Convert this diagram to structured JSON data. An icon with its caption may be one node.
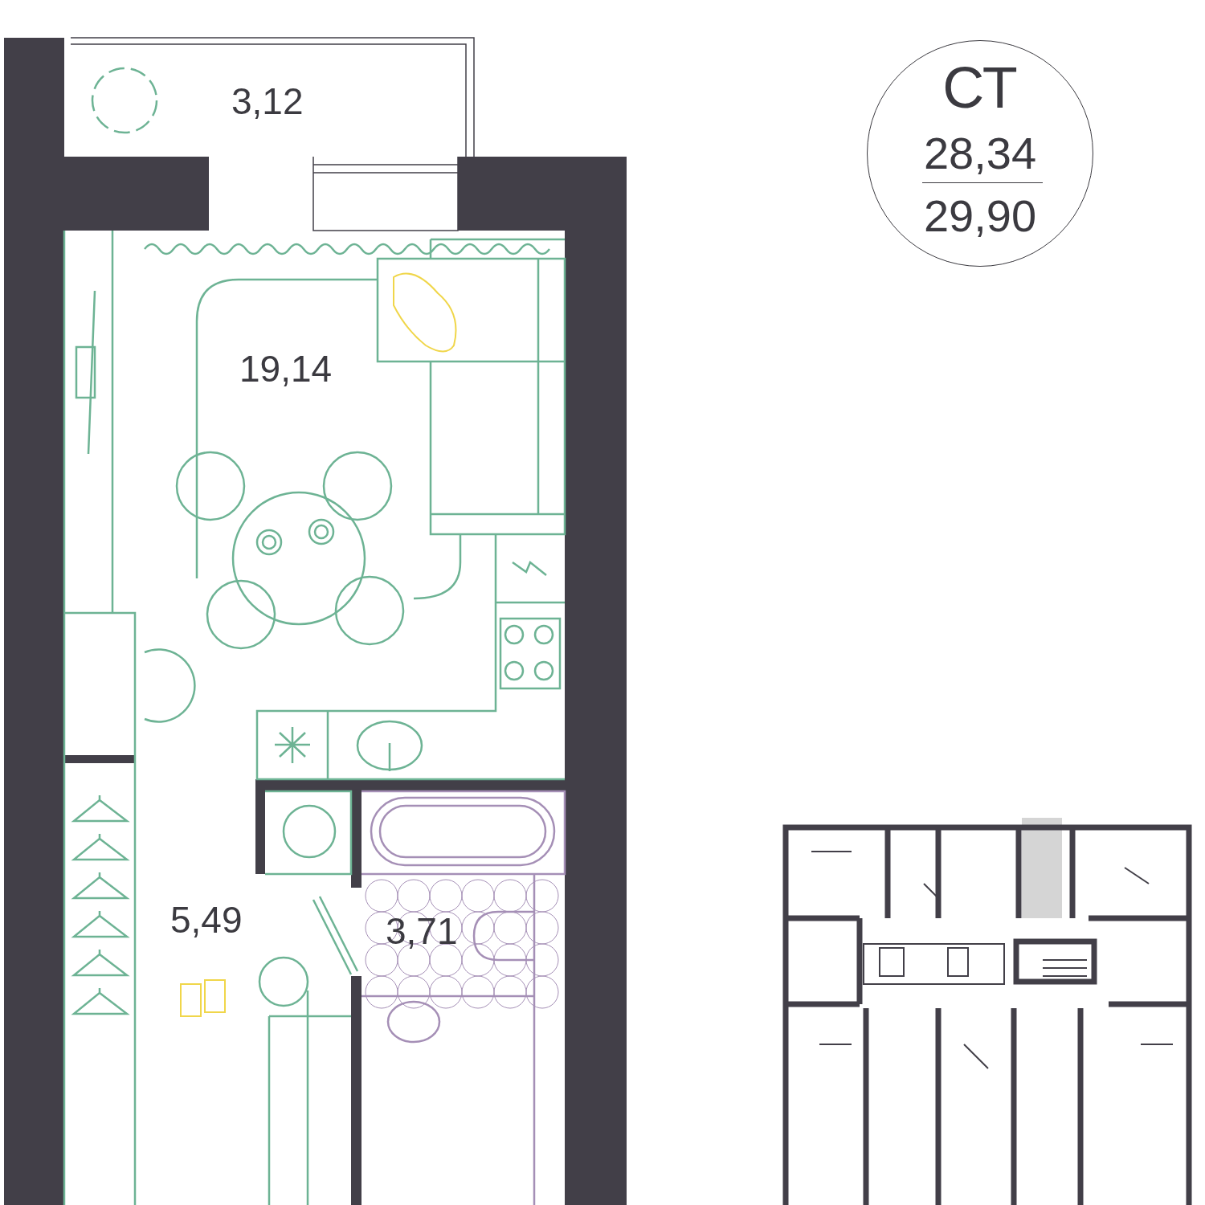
{
  "diagram": {
    "nodes": [
      {
        "text": [
          "СТ",
          "28,34",
          "29,90"
        ]
      }
    ],
    "labels": [
      "3,12",
      "19,14",
      "5,49",
      "3,71"
    ]
  }
}
